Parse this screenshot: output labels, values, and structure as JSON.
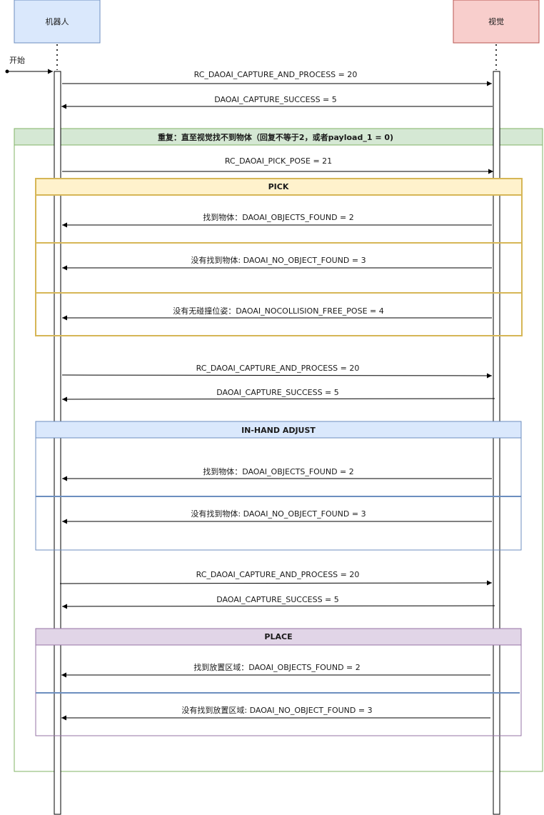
{
  "participants": {
    "robot": "机器人",
    "vision": "视觉"
  },
  "start_label": "开始",
  "colors": {
    "robot_fill": "#dae8fc",
    "robot_stroke": "#6c8ebf",
    "vision_fill": "#f8cecc",
    "vision_stroke": "#b85450",
    "loop_fill": "#d5e8d4",
    "loop_stroke": "#82b366",
    "pick_fill": "#fff2cc",
    "pick_stroke": "#d6b656",
    "adjust_fill": "#dae8fc",
    "adjust_stroke": "#6c8ebf",
    "place_fill": "#e1d5e7",
    "place_stroke": "#9673a6"
  },
  "messages": {
    "m1": "RC_DAOAI_CAPTURE_AND_PROCESS = 20",
    "m2": "DAOAI_CAPTURE_SUCCESS = 5",
    "m3": "RC_DAOAI_PICK_POSE = 21",
    "m4": "找到物体：DAOAI_OBJECTS_FOUND = 2",
    "m5": "没有找到物体: DAOAI_NO_OBJECT_FOUND = 3",
    "m6": "没有无碰撞位姿：DAOAI_NOCOLLISION_FREE_POSE = 4",
    "m7": "RC_DAOAI_CAPTURE_AND_PROCESS = 20",
    "m8": "DAOAI_CAPTURE_SUCCESS = 5",
    "m9": "找到物体：DAOAI_OBJECTS_FOUND = 2",
    "m10": "没有找到物体: DAOAI_NO_OBJECT_FOUND = 3",
    "m11": "RC_DAOAI_CAPTURE_AND_PROCESS = 20",
    "m12": "DAOAI_CAPTURE_SUCCESS = 5",
    "m13": "找到放置区域：DAOAI_OBJECTS_FOUND = 2",
    "m14": "没有找到放置区域: DAOAI_NO_OBJECT_FOUND = 3"
  },
  "frames": {
    "loop": "重复：直至视觉找不到物体（回复不等于2，或者payload_1 = 0)",
    "pick": "PICK",
    "adjust": "IN-HAND ADJUST",
    "place": "PLACE"
  }
}
